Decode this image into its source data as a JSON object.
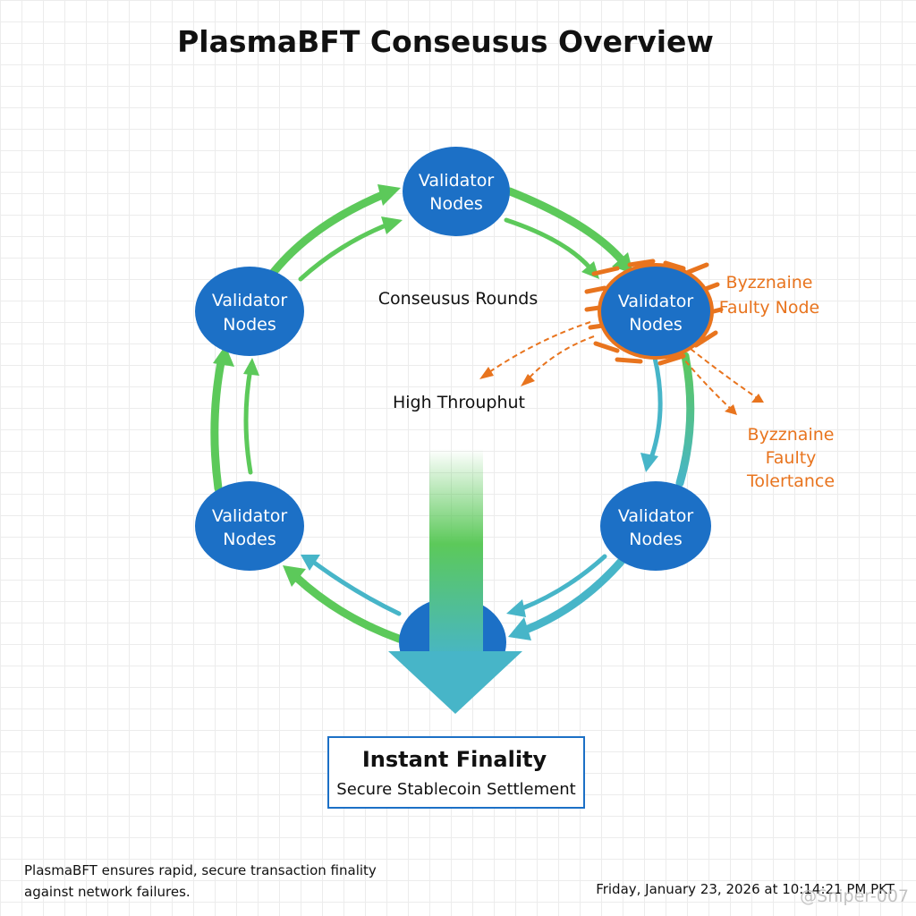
{
  "title": "PlasmaBFT Conseusus Overview",
  "nodes": [
    {
      "line1": "Validator",
      "line2": "Nodes"
    },
    {
      "line1": "Validator",
      "line2": "Nodes"
    },
    {
      "line1": "Validator",
      "line2": "Nodes"
    },
    {
      "line1": "Validator",
      "line2": "Nodes"
    },
    {
      "line1": "Validator",
      "line2": "Nodes"
    }
  ],
  "labels": {
    "consensus_rounds": "Conseusus Rounds",
    "high_throughput": "High Throuphut",
    "faulty_node_line1": "Byzznaine",
    "faulty_node_line2": "Faulty Node",
    "tolerance_line1": "Byzznaine",
    "tolerance_line2": "Faulty",
    "tolerance_line3": "Tolertance"
  },
  "finality": {
    "title": "Instant Finality",
    "subtitle": "Secure Stablecoin Settlement"
  },
  "footer": {
    "description_line1": "PlasmaBFT ensures rapid, secure transaction finality",
    "description_line2": "against network failures.",
    "timestamp": "Friday, January 23, 2026 at 10:14:21 PM PKT",
    "watermark": "@Sniper-007"
  },
  "colors": {
    "node_blue": "#1c70c6",
    "green": "#5cc95a",
    "teal": "#47b5c8",
    "orange": "#e8741e",
    "box_border": "#1c70c6"
  }
}
